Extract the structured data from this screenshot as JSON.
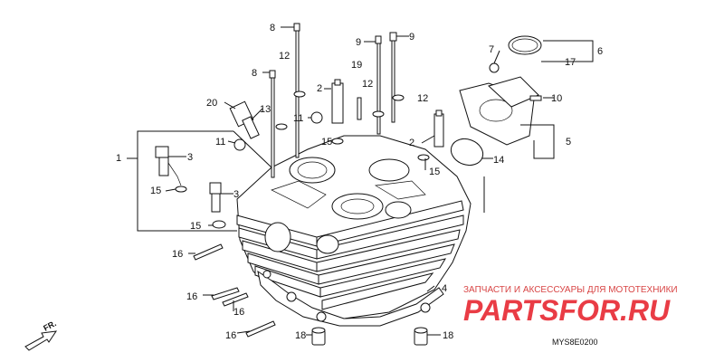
{
  "callouts": [
    "1",
    "2",
    "3",
    "4",
    "5",
    "6",
    "8",
    "9",
    "10",
    "11",
    "12",
    "13",
    "14",
    "15",
    "16",
    "17",
    "18",
    "19",
    "20",
    "7"
  ],
  "labels": {
    "c1": "1",
    "c2a": "2",
    "c2b": "2",
    "c3a": "3",
    "c3b": "3",
    "c4": "4",
    "c5": "5",
    "c6": "6",
    "c7": "7",
    "c8a": "8",
    "c8b": "8",
    "c9a": "9",
    "c9b": "9",
    "c10": "10",
    "c11a": "11",
    "c11b": "11",
    "c12a": "12",
    "c12b": "12",
    "c12c": "12",
    "c13": "13",
    "c14": "14",
    "c15a": "15",
    "c15b": "15",
    "c15c": "15",
    "c15d": "15",
    "c16a": "16",
    "c16b": "16",
    "c16c": "16",
    "c16d": "16",
    "c17": "17",
    "c18a": "18",
    "c18b": "18",
    "c19": "19",
    "c20": "20"
  },
  "front_marker": "FR.",
  "watermark": {
    "tagline": "ЗАПЧАСТИ И АКСЕССУАРЫ ДЛЯ МОТОТЕХНИКИ",
    "brand": "PARTSFOR.RU",
    "brand_color": "#e8323c"
  },
  "diagram_code": "MYS8E0200"
}
